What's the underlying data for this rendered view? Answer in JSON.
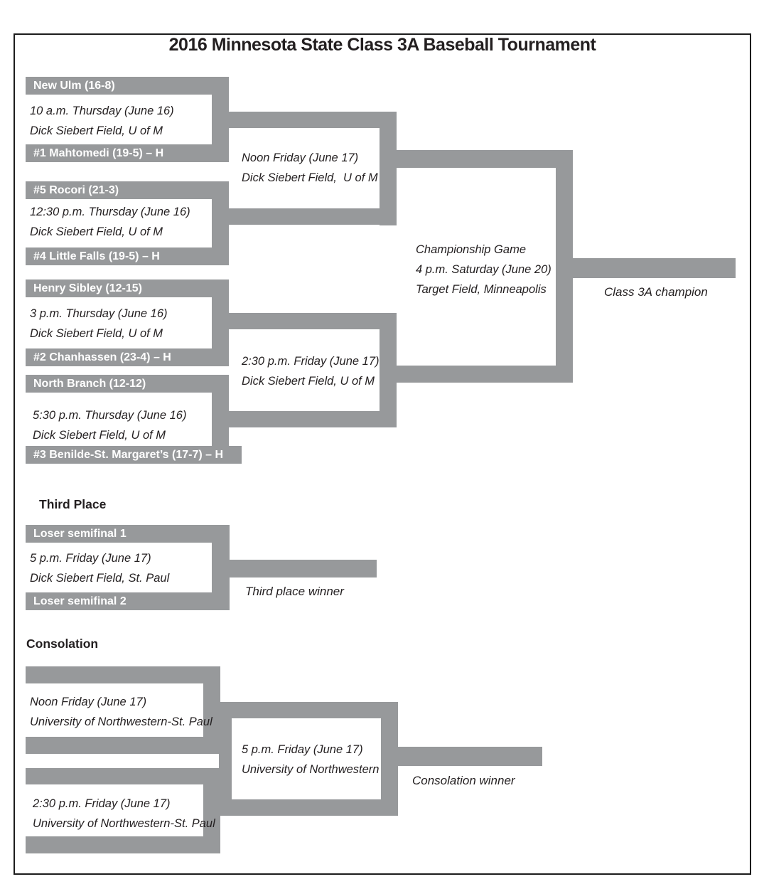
{
  "title": "2016 Minnesota State Class 3A Baseball Tournament",
  "colors": {
    "bracket_gray": "#97999b",
    "bar_text": "#ffffff",
    "text": "#231f20"
  },
  "main_bracket": {
    "round1": [
      {
        "top_team": "New Ulm (16-8)",
        "bottom_team": "#1 Mahtomedi (19-5) – H",
        "time": "10 a.m. Thursday (June 16)",
        "venue": "Dick Siebert Field, U of M"
      },
      {
        "top_team": "#5 Rocori (21-3)",
        "bottom_team": "#4 Little Falls (19-5) – H",
        "time": "12:30 p.m. Thursday (June 16)",
        "venue": "Dick Siebert Field, U of M"
      },
      {
        "top_team": "Henry Sibley (12-15)",
        "bottom_team": "#2 Chanhassen (23-4) – H",
        "time": "3 p.m. Thursday (June 16)",
        "venue": "Dick Siebert Field, U of M"
      },
      {
        "top_team": "North Branch (12-12)",
        "bottom_team": "#3 Benilde-St. Margaret’s (17-7) – H",
        "time": "5:30 p.m. Thursday (June 16)",
        "venue": "Dick Siebert Field, U of M"
      }
    ],
    "semifinals": [
      {
        "time": "Noon Friday (June 17)",
        "venue": "Dick Siebert Field,  U of M"
      },
      {
        "time": "2:30 p.m. Friday (June 17)",
        "venue": "Dick Siebert Field, U of M"
      }
    ],
    "championship": {
      "label": "Championship Game",
      "time": "4 p.m. Saturday (June 20)",
      "venue": "Target Field, Minneapolis",
      "winner_label": "Class 3A champion"
    }
  },
  "third_place": {
    "heading": "Third Place",
    "top_team": "Loser semifinal 1",
    "bottom_team": "Loser semifinal 2",
    "time": "5 p.m. Friday (June 17)",
    "venue": "Dick Siebert Field, St. Paul",
    "winner_label": "Third place winner"
  },
  "consolation": {
    "heading": "Consolation",
    "games": [
      {
        "time": "Noon Friday (June 17)",
        "venue": "University of Northwestern-St. Paul"
      },
      {
        "time": "2:30 p.m. Friday (June 17)",
        "venue": "University of Northwestern-St. Paul"
      }
    ],
    "final": {
      "time": "5 p.m. Friday (June 17)",
      "venue": "University of Northwestern"
    },
    "winner_label": "Consolation winner"
  }
}
